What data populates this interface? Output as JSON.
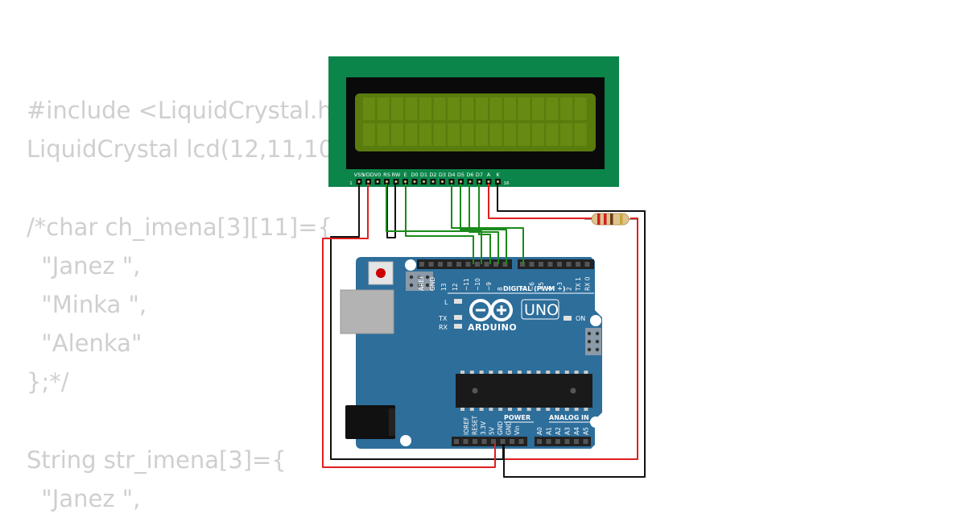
{
  "code_lines": [
    "#include <LiquidCrystal.h",
    "LiquidCrystal lcd(12,11,10",
    "",
    "/*char ch_imena[3][11]={",
    "  \"Janez \",",
    "  \"Minka \",",
    "  \"Alenka\"",
    "};*/",
    "",
    "String str_imena[3]={",
    "  \"Janez \","
  ],
  "lcd": {
    "pins": [
      "VSS",
      "VDD",
      "V0",
      "RS",
      "RW",
      "E",
      "D0",
      "D1",
      "D2",
      "D3",
      "D4",
      "D5",
      "D6",
      "D7",
      "A",
      "K"
    ],
    "pin_first": "1",
    "pin_last": "16"
  },
  "arduino": {
    "brand": "ARDUINO",
    "model": "UNO",
    "digital_header": "DIGITAL (PWM ~)",
    "digital_pins": [
      "AREF",
      "GND",
      "13",
      "12",
      "~11",
      "~10",
      "~9",
      "8",
      "7",
      "~6",
      "~5",
      "4",
      "~3",
      "2",
      "TX 1",
      "RX 0"
    ],
    "power_header": "POWER",
    "power_pins": [
      "IOREF",
      "RESET",
      "3.3V",
      "5V",
      "GND",
      "GND",
      "Vin"
    ],
    "analog_header": "ANALOG IN",
    "analog_pins": [
      "A0",
      "A1",
      "A2",
      "A3",
      "A4",
      "A5"
    ],
    "led_l": "L",
    "led_tx": "TX",
    "led_rx": "RX",
    "led_on": "ON"
  },
  "colors": {
    "lcd_pcb": "#0b8549",
    "lcd_bezel": "#0a0a0a",
    "lcd_screen": "#5a7c0d",
    "board": "#2d6e9b",
    "wire_power": "#e01f1f",
    "wire_ground": "#111111",
    "wire_signal": "#1a8a1a"
  }
}
